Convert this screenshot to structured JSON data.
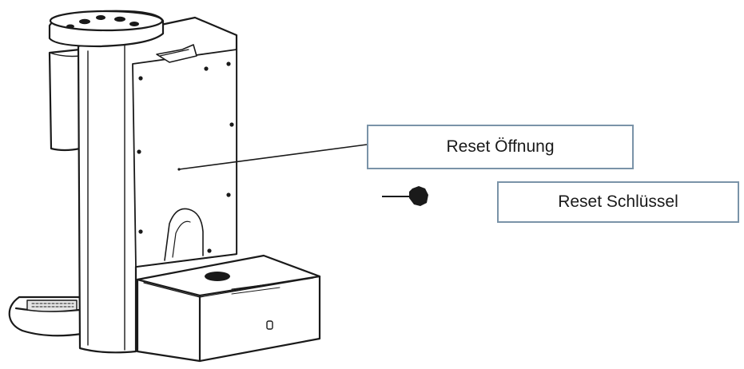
{
  "callouts": {
    "reset_opening": "Reset Öffnung",
    "reset_key": "Reset Schlüssel"
  },
  "icons": {
    "appliance": "coffee-machine-illustration",
    "key": "reset-key-icon"
  },
  "colors": {
    "line": "#1a1a1a",
    "callout_border": "#7a93a8",
    "background": "#ffffff"
  }
}
